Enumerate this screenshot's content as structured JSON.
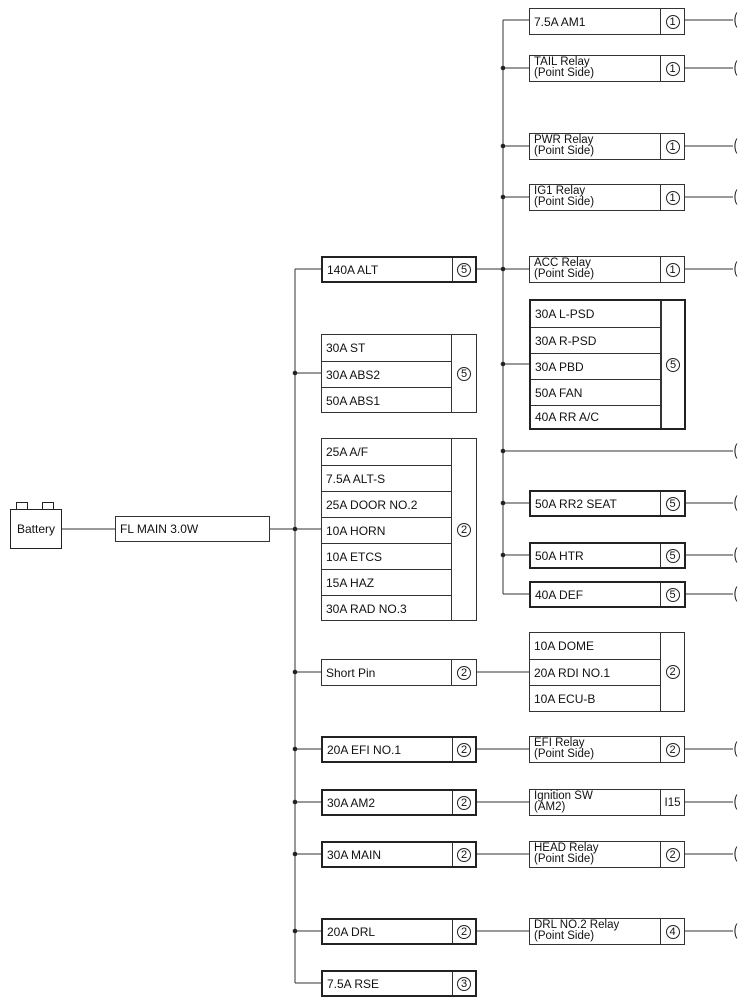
{
  "battery": {
    "label": "Battery"
  },
  "main_fuse": {
    "label": "FL MAIN 3.0W"
  },
  "left_fuses": [
    {
      "id": "alt",
      "labels": [
        "140A ALT"
      ],
      "conn": "5"
    },
    {
      "id": "st-group",
      "labels": [
        "30A ST",
        "30A ABS2",
        "50A ABS1"
      ],
      "conn": "5"
    },
    {
      "id": "af-group",
      "labels": [
        "25A A/F",
        "7.5A ALT-S",
        "25A DOOR NO.2",
        "10A HORN",
        "10A ETCS",
        "15A HAZ",
        "30A RAD NO.3"
      ],
      "conn": "2"
    },
    {
      "id": "short-pin",
      "labels": [
        "Short Pin"
      ],
      "conn": "2"
    },
    {
      "id": "efi",
      "labels": [
        "20A EFI NO.1"
      ],
      "conn": "2"
    },
    {
      "id": "am2",
      "labels": [
        "30A AM2"
      ],
      "conn": "2"
    },
    {
      "id": "main",
      "labels": [
        "30A MAIN"
      ],
      "conn": "2"
    },
    {
      "id": "drl",
      "labels": [
        "20A DRL"
      ],
      "conn": "2"
    },
    {
      "id": "rse",
      "labels": [
        "7.5A RSE"
      ],
      "conn": "3"
    }
  ],
  "right_items": [
    {
      "id": "am1",
      "lines": [
        "7.5A AM1"
      ],
      "conn": "1"
    },
    {
      "id": "tail",
      "lines": [
        "TAIL Relay",
        "(Point Side)"
      ],
      "conn": "1"
    },
    {
      "id": "pwr",
      "lines": [
        "PWR Relay",
        "(Point Side)"
      ],
      "conn": "1"
    },
    {
      "id": "ig1",
      "lines": [
        "IG1 Relay",
        "(Point Side)"
      ],
      "conn": "1"
    },
    {
      "id": "acc",
      "lines": [
        "ACC Relay",
        "(Point Side)"
      ],
      "conn": "1"
    },
    {
      "id": "psd",
      "labels": [
        "30A L-PSD",
        "30A R-PSD",
        "30A PBD",
        "50A FAN",
        "40A RR A/C"
      ],
      "conn": "5"
    },
    {
      "id": "rr2",
      "lines": [
        "50A RR2 SEAT"
      ],
      "conn": "5"
    },
    {
      "id": "htr",
      "lines": [
        "50A HTR"
      ],
      "conn": "5"
    },
    {
      "id": "def",
      "lines": [
        "40A DEF"
      ],
      "conn": "5"
    },
    {
      "id": "dome",
      "labels": [
        "10A DOME",
        "20A RDI NO.1",
        "10A ECU-B"
      ],
      "conn": "2"
    },
    {
      "id": "efi-relay",
      "lines": [
        "EFI Relay",
        "(Point Side)"
      ],
      "conn": "2"
    },
    {
      "id": "ign",
      "lines": [
        "Ignition SW",
        "(AM2)"
      ],
      "conn": "I15"
    },
    {
      "id": "head",
      "lines": [
        "HEAD Relay",
        "(Point Side)"
      ],
      "conn": "2"
    },
    {
      "id": "drl2",
      "lines": [
        "DRL NO.2 Relay",
        "(Point Side)"
      ],
      "conn": "4"
    }
  ],
  "break_symbol": "("
}
